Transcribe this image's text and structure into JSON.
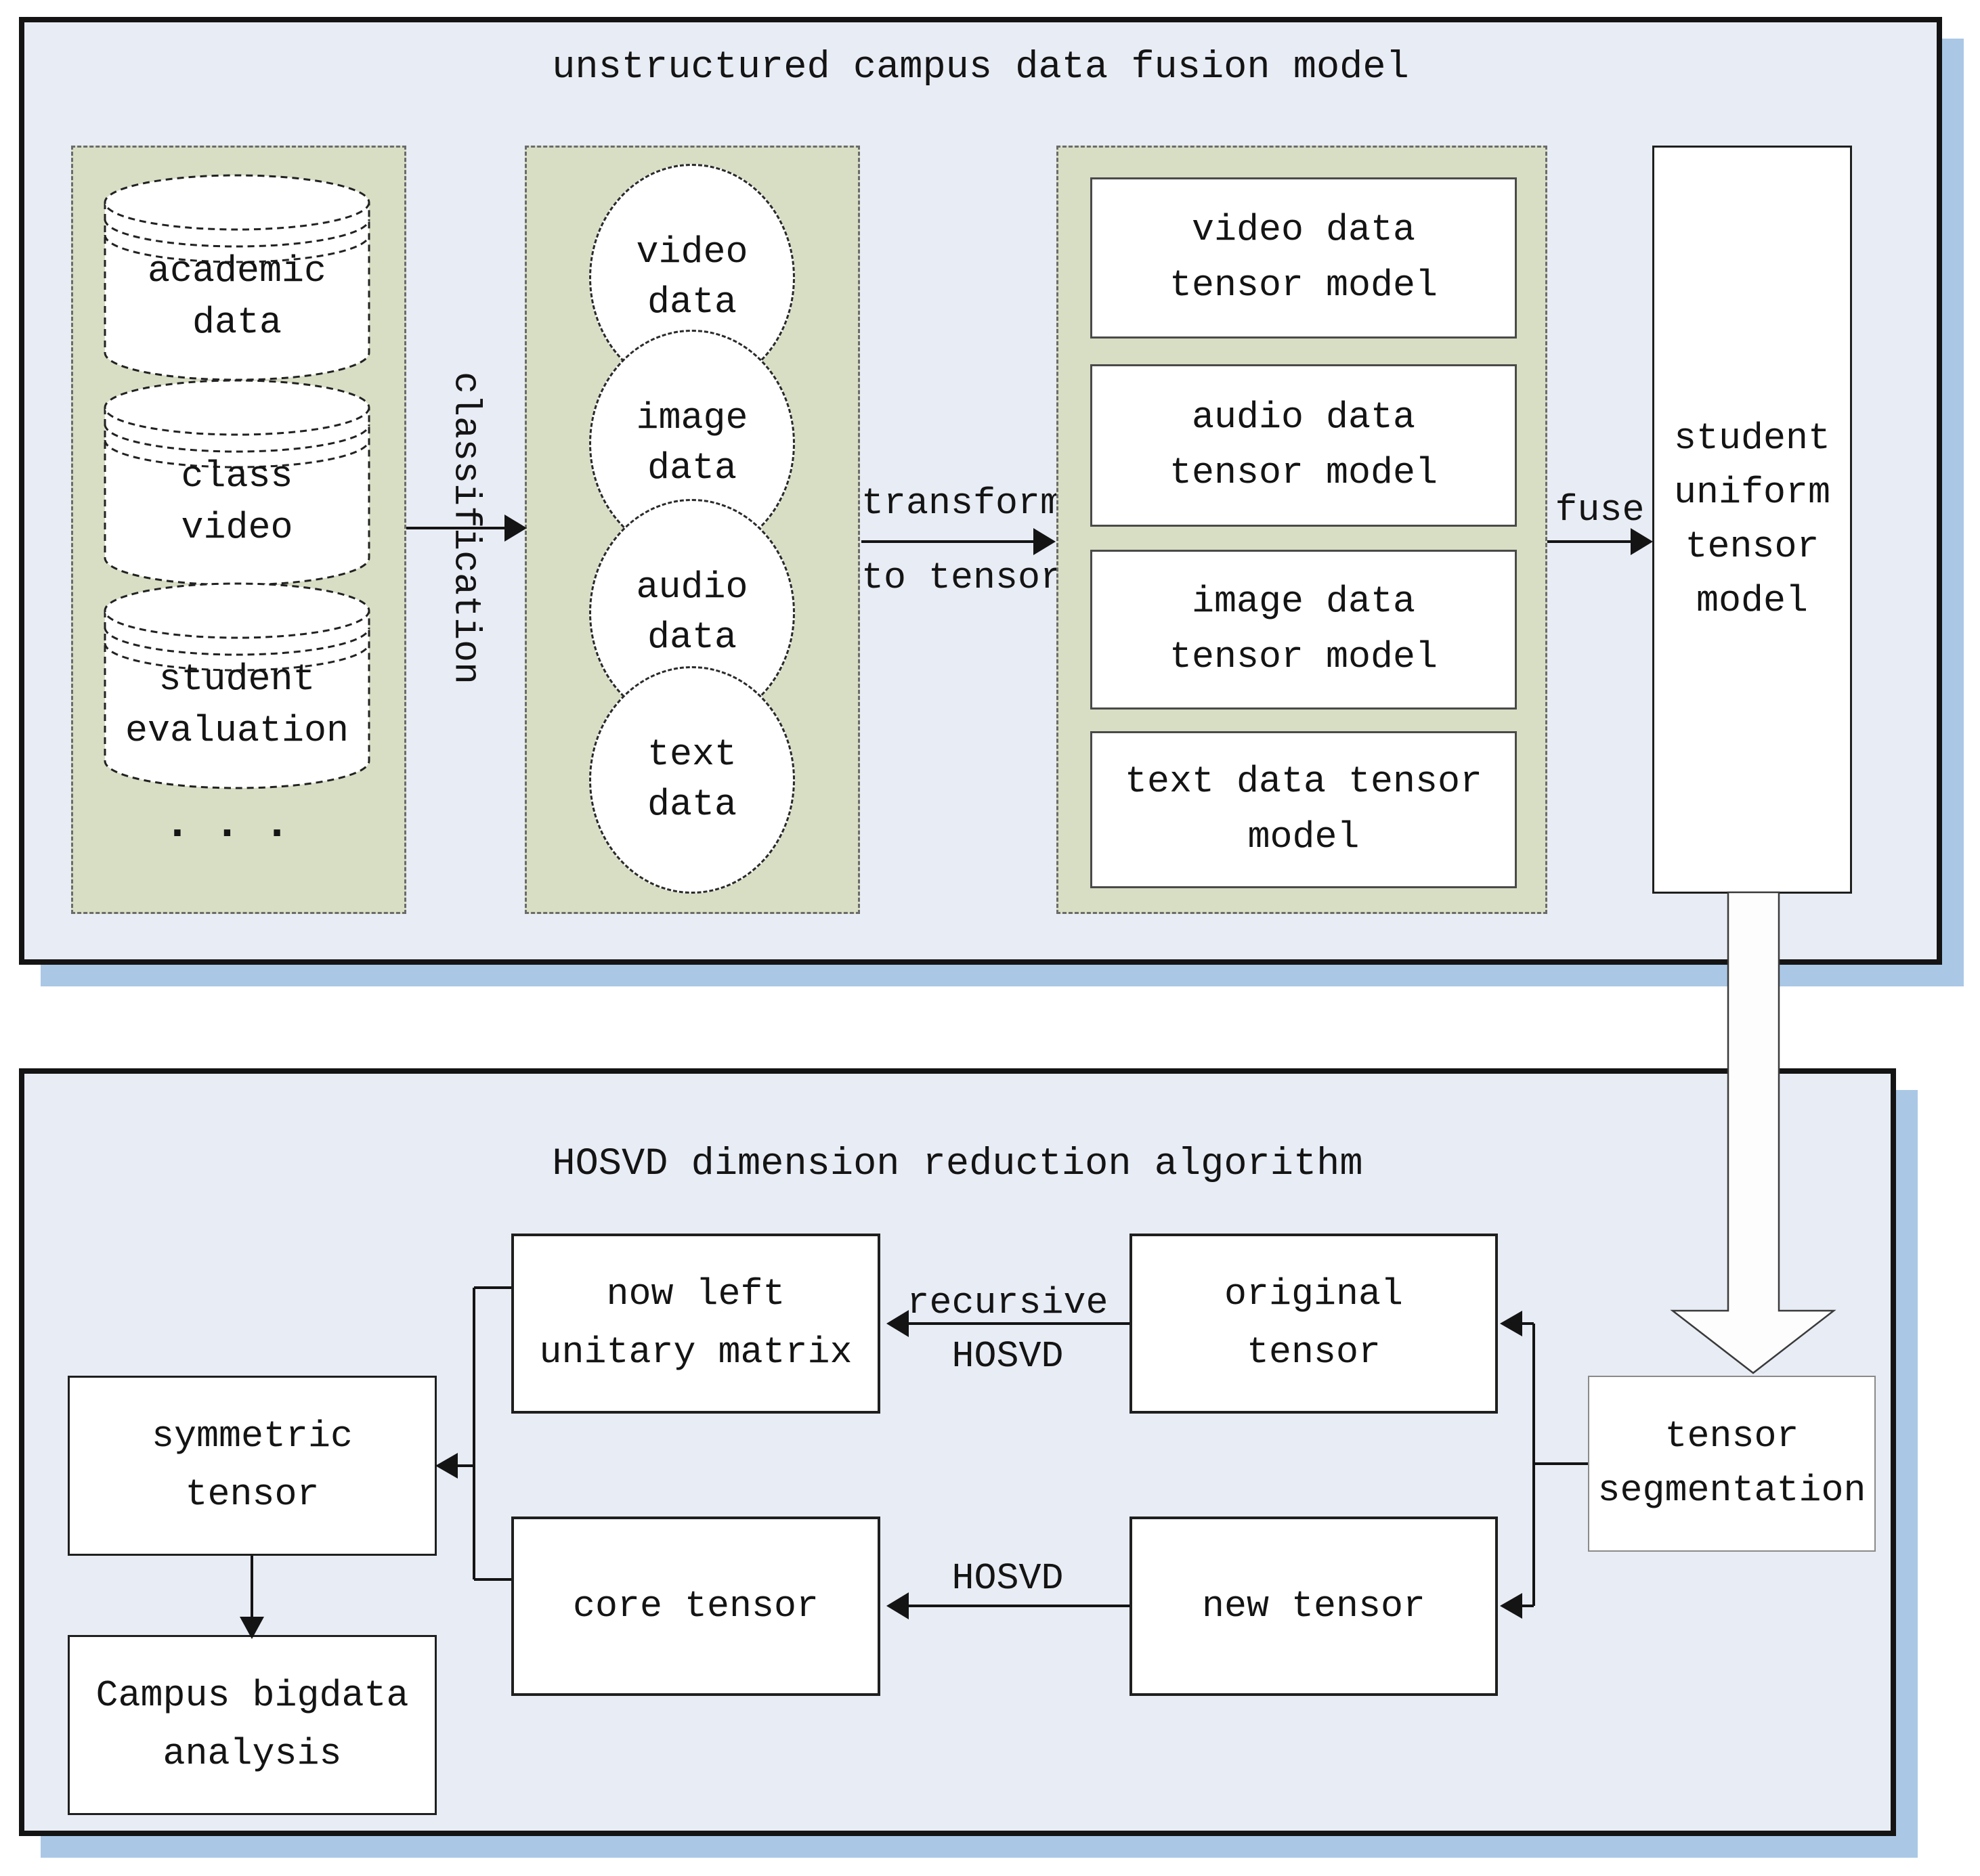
{
  "figure": {
    "top_panel": {
      "title": "unstructured campus data fusion model",
      "sources": {
        "cylinders": [
          {
            "line1": "academic",
            "line2": "data"
          },
          {
            "line1": "class",
            "line2": "video"
          },
          {
            "line1": "student",
            "line2": "evaluation"
          }
        ],
        "ellipsis": "..."
      },
      "classification_arrow_label": "classification",
      "data_type_circles": [
        {
          "line1": "video",
          "line2": "data"
        },
        {
          "line1": "image",
          "line2": "data"
        },
        {
          "line1": "audio",
          "line2": "data"
        },
        {
          "line1": "text",
          "line2": "data"
        }
      ],
      "transform_arrow_label": {
        "line1": "transform",
        "line2": "to tensor"
      },
      "tensor_model_boxes": [
        {
          "line1": "video data",
          "line2": "tensor model"
        },
        {
          "line1": "audio data",
          "line2": "tensor model"
        },
        {
          "line1": "image data",
          "line2": "tensor model"
        },
        {
          "line1": "text data tensor",
          "line2": "model"
        }
      ],
      "fuse_arrow_label": "fuse",
      "student_uniform_box": {
        "line1": "student",
        "line2": "uniform",
        "line3": "tensor",
        "line4": "model"
      }
    },
    "bottom_panel": {
      "title": "HOSVD dimension reduction algorithm",
      "now_left_unitary_matrix": {
        "line1": "now left",
        "line2": "unitary matrix"
      },
      "original_tensor": {
        "line1": "original",
        "line2": "tensor"
      },
      "recursive_hosvd_label": {
        "line1": "recursive",
        "line2": "HOSVD"
      },
      "core_tensor_label": "core tensor",
      "new_tensor_label": "new tensor",
      "hosvd_label": "HOSVD",
      "tensor_segmentation": {
        "line1": "tensor",
        "line2": "segmentation"
      },
      "symmetric_tensor": {
        "line1": "symmetric",
        "line2": "tensor"
      },
      "campus_bigdata": {
        "line1": "Campus bigdata",
        "line2": "analysis"
      }
    },
    "colors": {
      "panel_bg": "#e8ecf4",
      "panel_shadow": "#aac8e6",
      "group_bg": "#d7dec4",
      "box_bg": "#ffffff",
      "line": "#141414"
    }
  }
}
